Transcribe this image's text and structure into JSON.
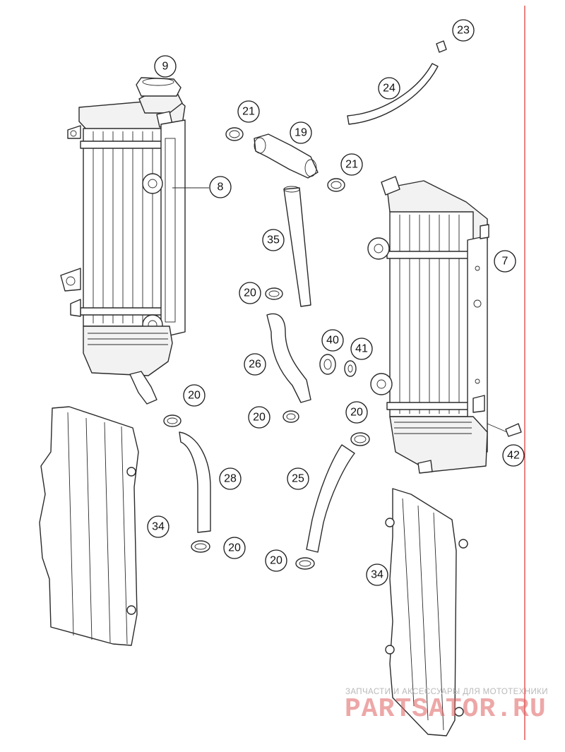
{
  "callouts": [
    {
      "id": "c9",
      "label": "9"
    },
    {
      "id": "c8",
      "label": "8"
    },
    {
      "id": "c21a",
      "label": "21"
    },
    {
      "id": "c19",
      "label": "19"
    },
    {
      "id": "c21b",
      "label": "21"
    },
    {
      "id": "c23",
      "label": "23"
    },
    {
      "id": "c24",
      "label": "24"
    },
    {
      "id": "c35",
      "label": "35"
    },
    {
      "id": "c7",
      "label": "7"
    },
    {
      "id": "c20a",
      "label": "20"
    },
    {
      "id": "c40",
      "label": "40"
    },
    {
      "id": "c41",
      "label": "41"
    },
    {
      "id": "c26",
      "label": "26"
    },
    {
      "id": "c20b",
      "label": "20"
    },
    {
      "id": "c20c",
      "label": "20"
    },
    {
      "id": "c20d",
      "label": "20"
    },
    {
      "id": "c42",
      "label": "42"
    },
    {
      "id": "c28",
      "label": "28"
    },
    {
      "id": "c25",
      "label": "25"
    },
    {
      "id": "c34a",
      "label": "34"
    },
    {
      "id": "c20e",
      "label": "20"
    },
    {
      "id": "c20f",
      "label": "20"
    },
    {
      "id": "c34b",
      "label": "34"
    }
  ],
  "watermark": {
    "tagline": "ЗАПЧАСТИ И АКСЕССУАРЫ ДЛЯ МОТОТЕХНИКИ",
    "brand": "PARTSATOR.RU",
    "brand_color": "#e06060"
  },
  "colors": {
    "line": "#2a2a2a",
    "border_line": "#e03030"
  }
}
